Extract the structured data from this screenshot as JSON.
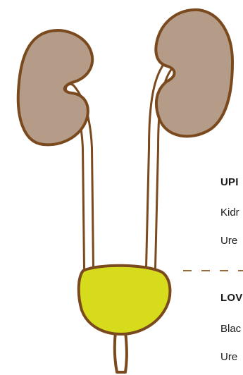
{
  "colors": {
    "kidney_fill": "#b49c88",
    "outline": "#7a4a1e",
    "bladder_fill": "#d6dc1c",
    "divider": "#9a6a3a",
    "text": "#1a1a1a"
  },
  "upper": {
    "heading": "UPI",
    "items": [
      "Kidr",
      "Ure"
    ]
  },
  "lower": {
    "heading": "LOV",
    "items": [
      "Blac",
      "Ure"
    ]
  }
}
